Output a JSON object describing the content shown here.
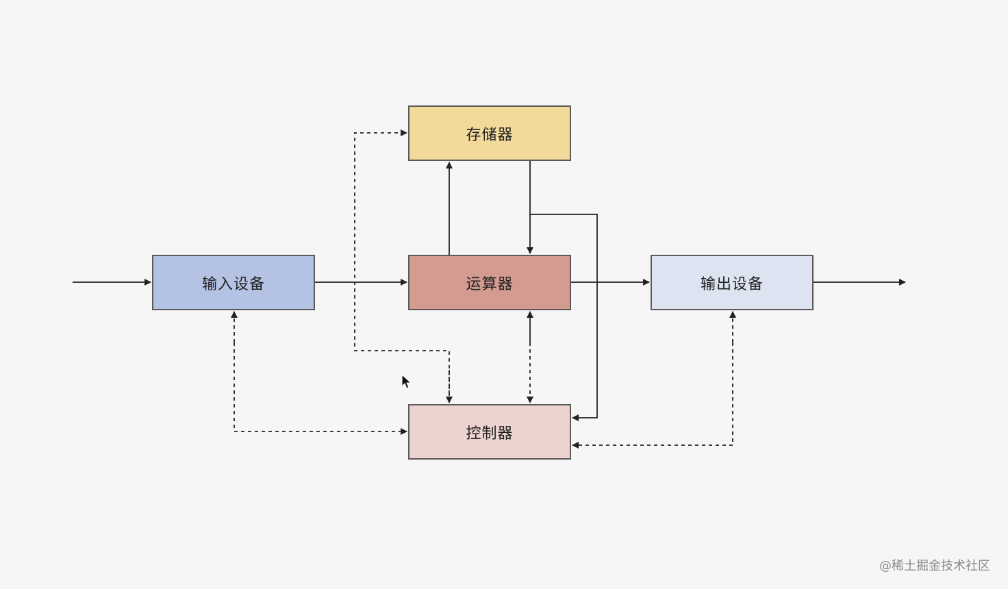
{
  "colors": {
    "storage": "#f3d99a",
    "input": "#b4c3e4",
    "alu": "#d49b90",
    "output": "#dde3f1",
    "control": "#ecd3cf",
    "line": "#333333"
  },
  "nodes": {
    "storage": "存储器",
    "input": "输入设备",
    "alu": "运算器",
    "output": "输出设备",
    "control": "控制器"
  },
  "credit": "@稀土掘金技术社区"
}
